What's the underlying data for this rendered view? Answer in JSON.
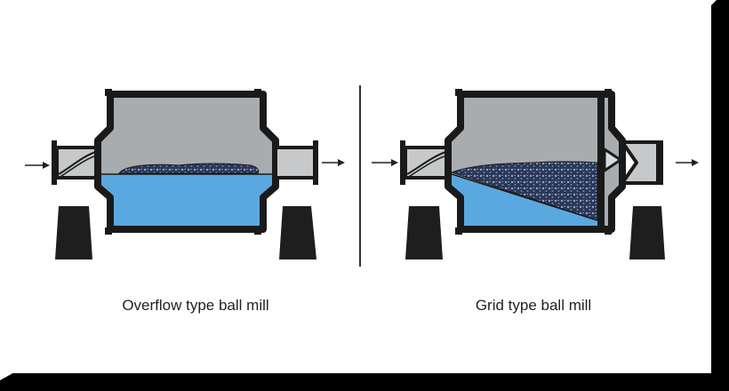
{
  "diagrams": [
    {
      "caption": "Overflow type ball mill",
      "type": "overflow"
    },
    {
      "caption": "Grid type ball mill",
      "type": "grid"
    }
  ],
  "colors": {
    "shell": "#1a1a1a",
    "chamber": "#a9acaf",
    "slurry": "#5aa8e0",
    "balls": "#2c3a58",
    "trunnion": "#c6c8ca",
    "support": "#1e1e1e",
    "arrow": "#222222",
    "shadow": "#000000"
  }
}
